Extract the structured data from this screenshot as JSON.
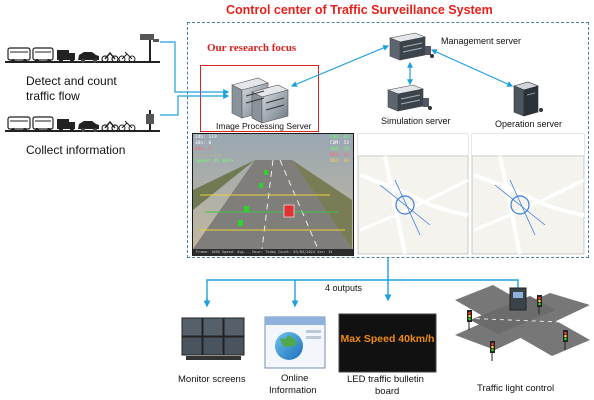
{
  "title": "Control center of Traffic Surveillance System",
  "research_focus": "Our research focus",
  "left": {
    "detect_label_line1": "Detect and count",
    "detect_label_line2": "traffic flow",
    "collect_label": "Collect information"
  },
  "servers": {
    "image_processing": "Image Processing Server",
    "management": "Management server",
    "simulation": "Simulation server",
    "operation": "Operation server"
  },
  "video": {
    "top_left": [
      "24h: 119",
      "30s: 0",
      "60s: 2",
      "..........",
      "Speed: 45 km/h"
    ],
    "top_right": [
      "LNG: 64",
      "COM: 53",
      "SHA: 29",
      "REC: 23",
      "DEG: 43"
    ],
    "status_bar": "Frame: 1006  Speed: Avg...  Hour: Today  Count: 03/05/2024  Sec: 15"
  },
  "outputs_label": "4 outputs",
  "outputs": {
    "monitor": "Monitor screens",
    "online_line1": "Online",
    "online_line2": "Information",
    "led_line1": "LED traffic bulletin",
    "led_line2": "board",
    "traffic_light": "Traffic light control"
  },
  "led_text": "Max Speed 40km/h",
  "colors": {
    "title_red": "#e8201a",
    "arrow_blue": "#1ea0dc",
    "dashed_border": "#4a7fa7",
    "led_orange": "#f08a10"
  }
}
